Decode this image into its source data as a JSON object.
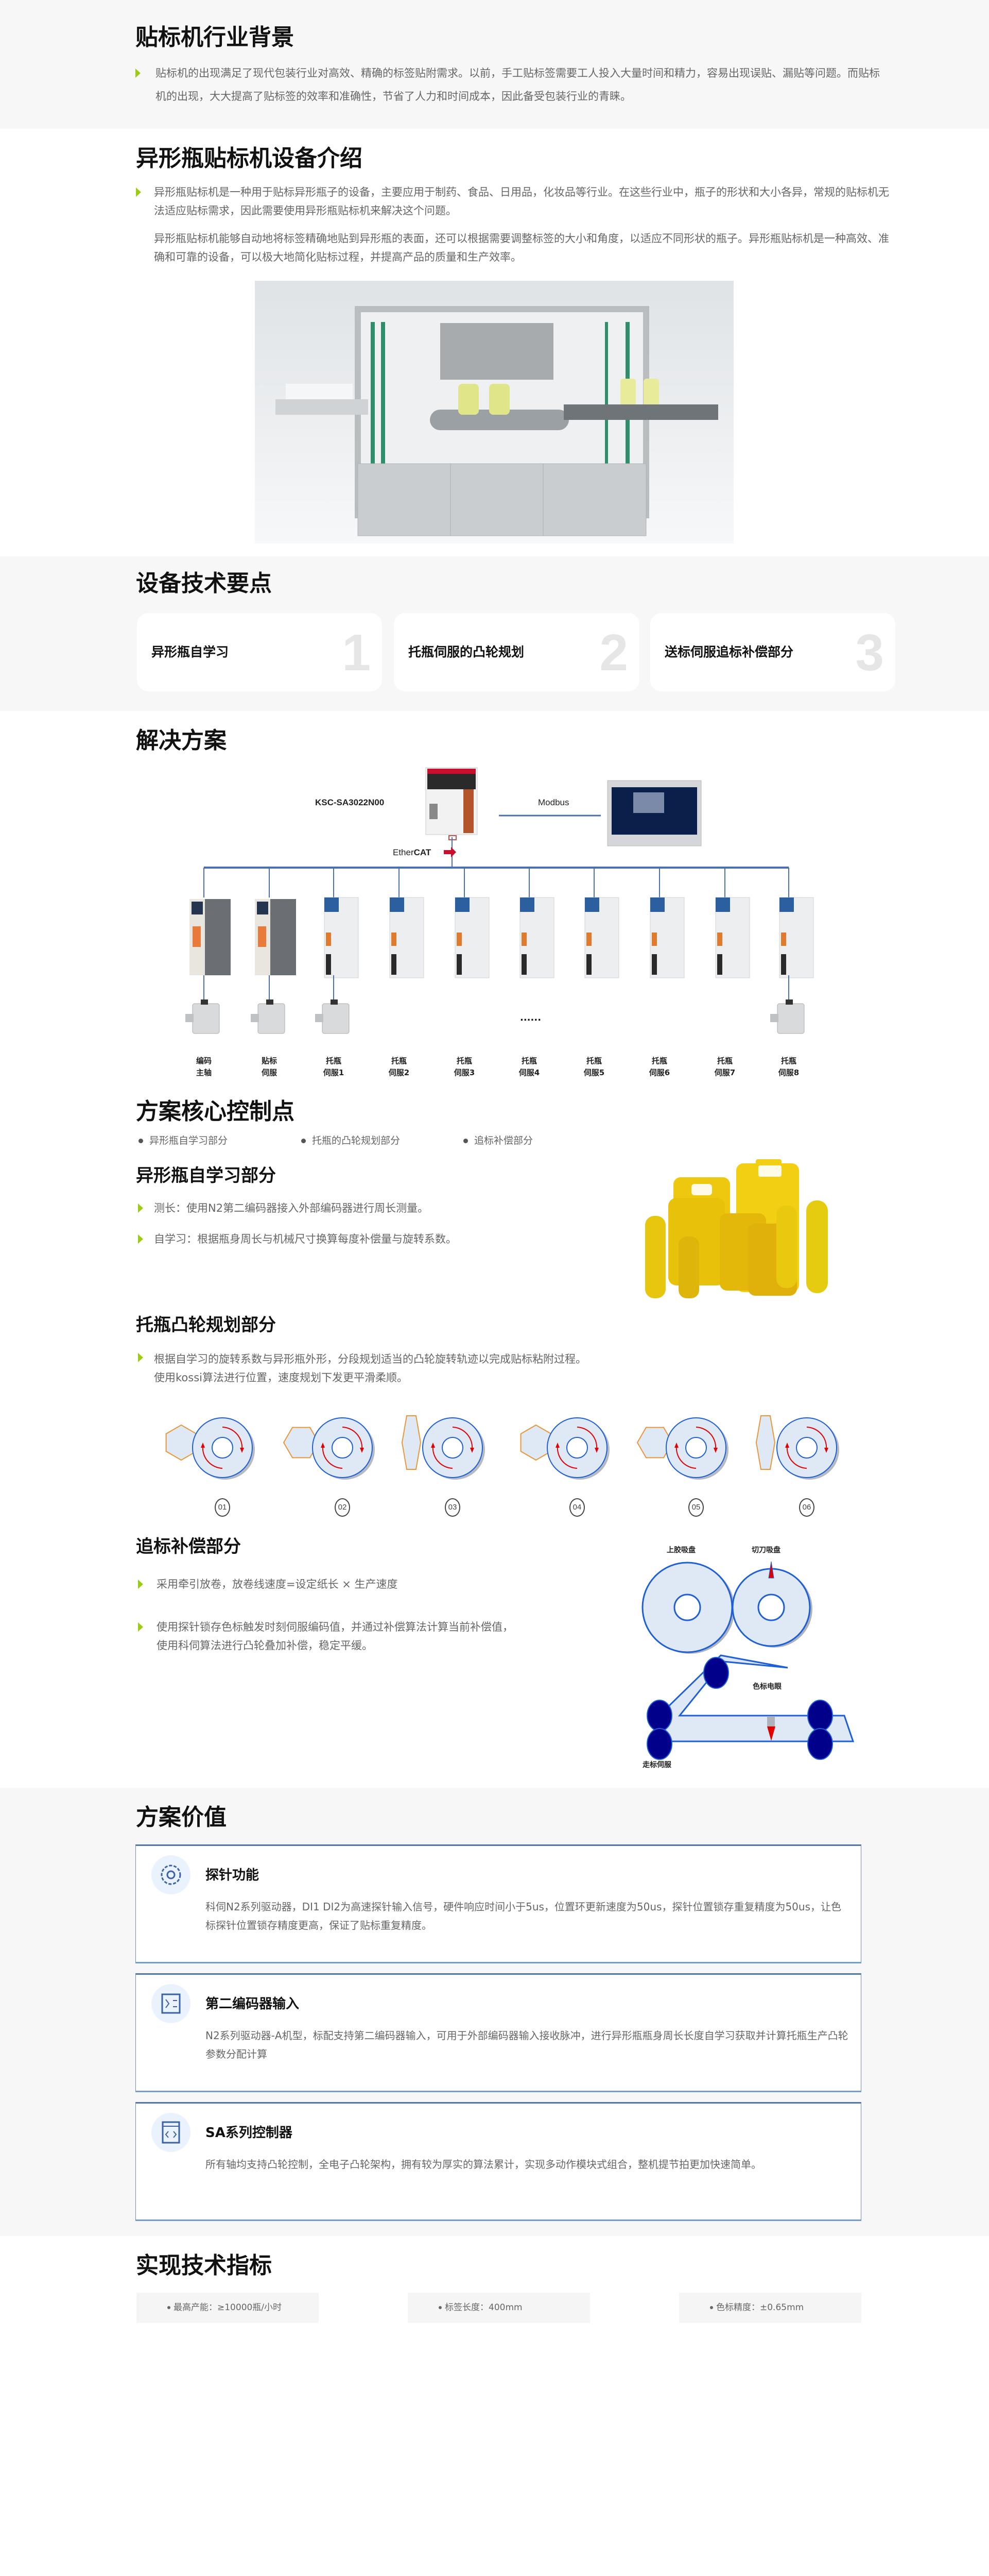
{
  "background": {
    "title": "贴标机行业背景",
    "text": "贴标机的出现满足了现代包装行业对高效、精确的标签贴附需求。以前，手工贴标签需要工人投入大量时间和精力，容易出现误贴、漏贴等问题。而贴标机的出现，大大提高了贴标签的效率和准确性，节省了人力和时间成本，因此备受包装行业的青睐。"
  },
  "intro": {
    "title": "异形瓶贴标机设备介绍",
    "paragraphs": [
      "异形瓶贴标机是一种用于贴标异形瓶子的设备，主要应用于制药、食品、日用品，化妆品等行业。在这些行业中，瓶子的形状和大小各异，常规的贴标机无法适应贴标需求，因此需要使用异形瓶贴标机来解决这个问题。",
      "异形瓶贴标机能够自动地将标签精确地贴到异形瓶的表面，还可以根据需要调整标签的大小和角度，以适应不同形状的瓶子。异形瓶贴标机是一种高效、准确和可靠的设备，可以极大地简化贴标过程，并提高产品的质量和生产效率。"
    ]
  },
  "tech_points": {
    "title": "设备技术要点",
    "cards": [
      {
        "label": "异形瓶自学习",
        "number": "1"
      },
      {
        "label": "托瓶伺服的凸轮规划",
        "number": "2"
      },
      {
        "label": "送标伺服追标补偿部分",
        "number": "3"
      }
    ]
  },
  "solution": {
    "title": "解决方案",
    "controller_label": "KSC-SA3022N00",
    "modbus_label": "Modbus",
    "ethercat_label_a": "Ether",
    "ethercat_label_b": "CAT",
    "ellipsis": "......",
    "nodes": [
      {
        "line1": "编码",
        "line2": "主轴",
        "drive": "classic",
        "motor": true
      },
      {
        "line1": "贴标",
        "line2": "伺服",
        "drive": "classic",
        "motor": true
      },
      {
        "line1": "托瓶",
        "line2": "伺服1",
        "drive": "n2",
        "motor": true
      },
      {
        "line1": "托瓶",
        "line2": "伺服2",
        "drive": "n2",
        "motor": false
      },
      {
        "line1": "托瓶",
        "line2": "伺服3",
        "drive": "n2",
        "motor": false
      },
      {
        "line1": "托瓶",
        "line2": "伺服4",
        "drive": "n2",
        "motor": false
      },
      {
        "line1": "托瓶",
        "line2": "伺服5",
        "drive": "n2",
        "motor": false
      },
      {
        "line1": "托瓶",
        "line2": "伺服6",
        "drive": "n2",
        "motor": false
      },
      {
        "line1": "托瓶",
        "line2": "伺服7",
        "drive": "n2",
        "motor": false
      },
      {
        "line1": "托瓶",
        "line2": "伺服8",
        "drive": "n2",
        "motor": true
      }
    ]
  },
  "core": {
    "title": "方案核心控制点",
    "bullets": [
      "异形瓶自学习部分",
      "托瓶的凸轮规划部分",
      "追标补偿部分"
    ],
    "self_learning": {
      "title": "异形瓶自学习部分",
      "items": [
        "测长：使用N2第二编码器接入外部编码器进行周长测量。",
        "自学习：根据瓶身周长与机械尺寸换算每度补偿量与旋转系数。"
      ]
    },
    "cam": {
      "title": "托瓶凸轮规划部分",
      "lines": [
        "根据自学习的旋转系数与异形瓶外形，分段规划适当的凸轮旋转轨迹以完成贴标粘附过程。",
        "使用kossi算法进行位置，速度规划下发更平滑柔顺。"
      ],
      "steps": [
        "01",
        "02",
        "03",
        "04",
        "05",
        "06"
      ]
    },
    "tracking": {
      "title": "追标补偿部分",
      "items": [
        "采用牵引放卷，放卷线速度=设定纸长 × 生产速度",
        "使用探针锁存色标触发时刻伺服编码值，并通过补偿算法计算当前补偿值，使用科伺算法进行凸轮叠加补偿，稳定平缓。"
      ],
      "labels": {
        "glue": "上胶吸盘",
        "cutter": "切刀吸盘",
        "sensor": "色标电眼",
        "servo": "走标伺服"
      }
    }
  },
  "value": {
    "title": "方案价值",
    "cards": [
      {
        "icon": "gear-icon",
        "title": "探针功能",
        "text": "科伺N2系列驱动器，DI1 DI2为高速探针输入信号，硬件响应时间小于5us，位置环更新速度为50us，探针位置锁存重复精度为50us，让色标探针位置锁存精度更高，保证了贴标重复精度。"
      },
      {
        "icon": "encoder-icon",
        "title": "第二编码器输入",
        "text": "N2系列驱动器-A机型，标配支持第二编码器输入，可用于外部编码器输入接收脉冲，进行异形瓶瓶身周长长度自学习获取并计算托瓶生产凸轮参数分配计算"
      },
      {
        "icon": "code-window-icon",
        "title": "SA系列控制器",
        "text": "所有轴均支持凸轮控制，全电子凸轮架构，拥有较为厚实的算法累计，实现多动作模块式组合，整机提节拍更加快速简单。"
      }
    ]
  },
  "metrics": {
    "title": "实现技术指标",
    "items": [
      "最高产能：≥10000瓶/小时",
      "标签长度：400mm",
      "色标精度：±0.65mm"
    ]
  },
  "colors": {
    "accent": "#9acd12",
    "line": "#4a70b0",
    "panel": "#f7f7f7",
    "roller": "#00008b",
    "arrow": "#e00000"
  }
}
